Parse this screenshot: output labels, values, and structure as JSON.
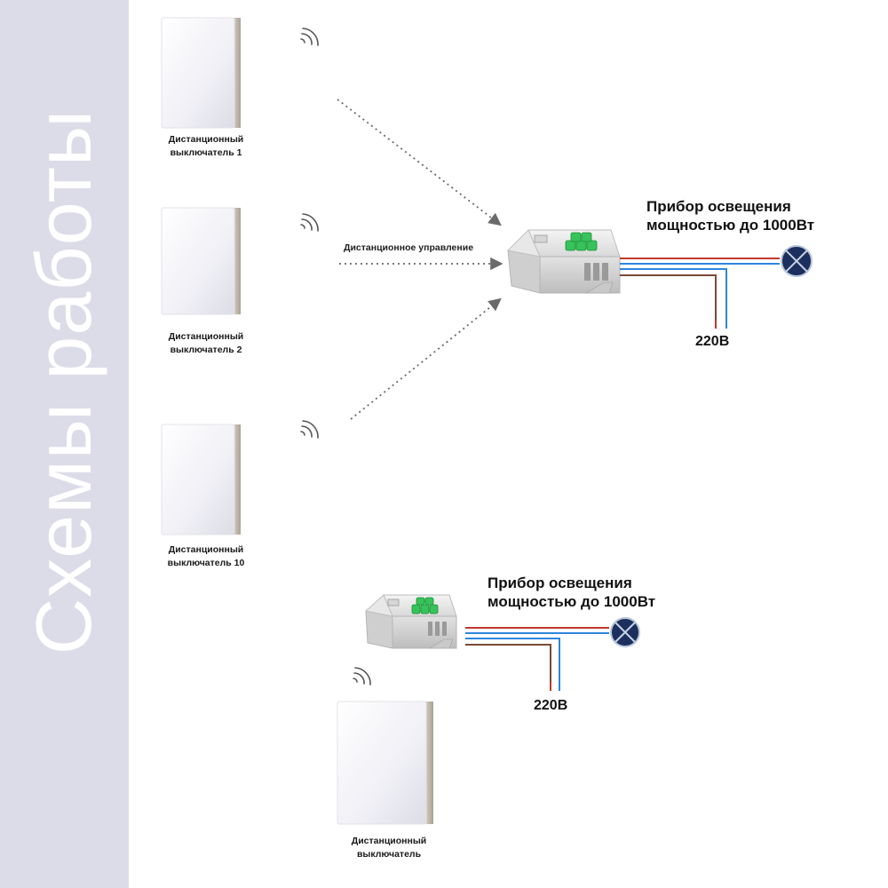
{
  "sidebar": {
    "title": "Схемы работы"
  },
  "scheme1": {
    "switches": [
      {
        "label_line1": "Дистанционный",
        "label_line2": "выключатель 1"
      },
      {
        "label_line1": "Дистанционный",
        "label_line2": "выключатель 2"
      },
      {
        "label_line1": "Дистанционный",
        "label_line2": "выключатель 10"
      }
    ],
    "remote_control_label": "Дистанционное управление",
    "lamp_label_line1": "Прибор освещения",
    "lamp_label_line2": "мощностью до 1000Вт",
    "voltage_label": "220В"
  },
  "scheme2": {
    "switch_label_line1": "Дистанционный",
    "switch_label_line2": "выключатель",
    "lamp_label_line1": "Прибор освещения",
    "lamp_label_line2": "мощностью до 1000Вт",
    "voltage_label": "220В"
  },
  "colors": {
    "sidebar_bg": "#dcdbe8",
    "wire_red": "#c0392b",
    "wire_blue": "#2e86de",
    "wire_brown": "#7b4a35",
    "lamp_fill": "#1c2f5e"
  }
}
